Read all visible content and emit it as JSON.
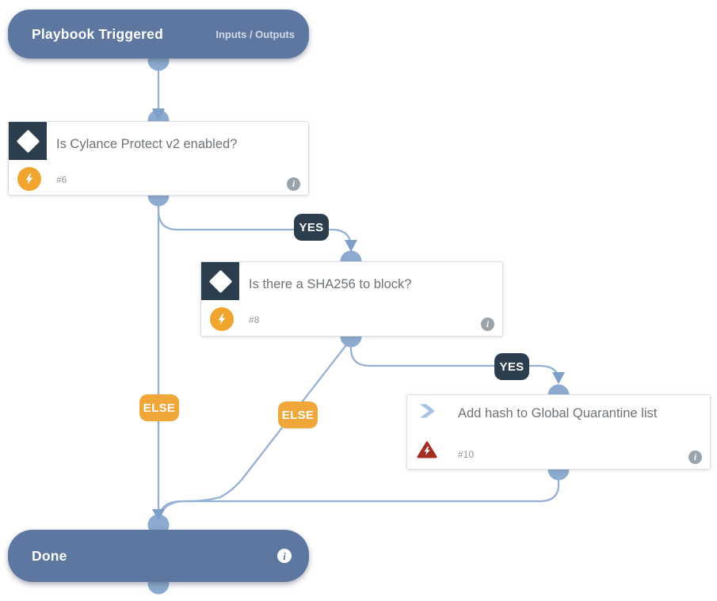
{
  "trigger": {
    "title": "Playbook Triggered",
    "inputs_outputs": "Inputs / Outputs"
  },
  "tasks": [
    {
      "number": "#6",
      "title": "Is Cylance Protect v2 enabled?"
    },
    {
      "number": "#8",
      "title": "Is there a SHA256 to block?"
    },
    {
      "number": "#10",
      "title": "Add hash to Global Quarantine list"
    }
  ],
  "branch_labels": {
    "yes": "YES",
    "else": "ELSE"
  },
  "done": {
    "title": "Done"
  },
  "icons": {
    "info": "i"
  },
  "colors": {
    "terminal_pill": "#5d77a0",
    "connector_line": "#94b1d3",
    "connector_node": "#8cabcf",
    "arrowhead": "#7d9fc7",
    "condition_dark": "#2c3d4e",
    "automation_orange": "#f0a52f",
    "else_orange": "#f0a73a",
    "error_red": "#a52e22"
  }
}
